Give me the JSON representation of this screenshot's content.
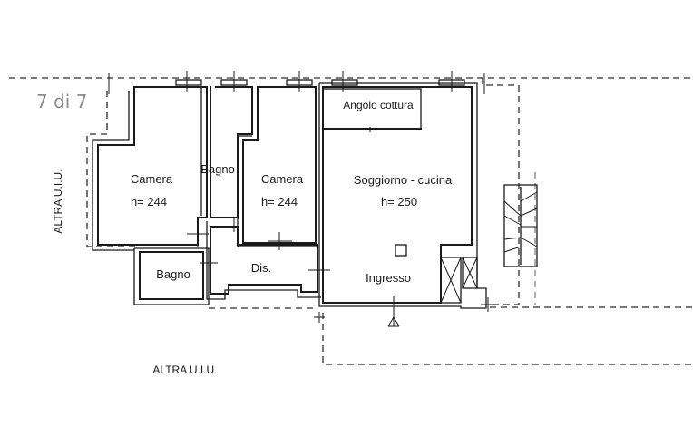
{
  "page_indicator": "7 di 7",
  "rooms": {
    "camera_left": {
      "name": "Camera",
      "height": "h= 244"
    },
    "bagno_top": {
      "name": "Bagno"
    },
    "camera_mid": {
      "name": "Camera",
      "height": "h= 244"
    },
    "angolo_cottura": {
      "name": "Angolo cottura"
    },
    "soggiorno": {
      "name": "Soggiorno - cucina",
      "height": "h= 250"
    },
    "bagno_bottom": {
      "name": "Bagno"
    },
    "dis": {
      "name": "Dis."
    },
    "ingresso": {
      "name": "Ingresso"
    }
  },
  "neighbors": {
    "left": "ALTRA U.I.U.",
    "bottom": "ALTRA U.I.U."
  }
}
